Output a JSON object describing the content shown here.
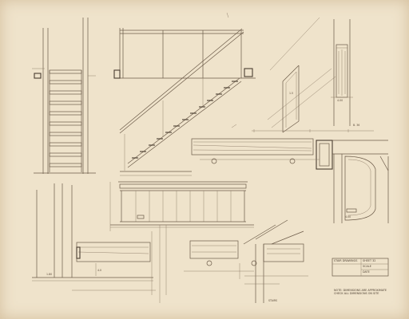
{
  "sheet": {
    "paper_color": "#efe3cb",
    "line_color": "#6b5a48",
    "title_block": {
      "line1": "STAIR DRAWINGS",
      "line2": "SHEET 32",
      "line3": "SCALE",
      "line4": "DATE",
      "line5": "NOTE: DIMENSIONS ARE APPROXIMATE",
      "line6": "CHECK ALL DIMENSIONS ON SITE"
    }
  }
}
